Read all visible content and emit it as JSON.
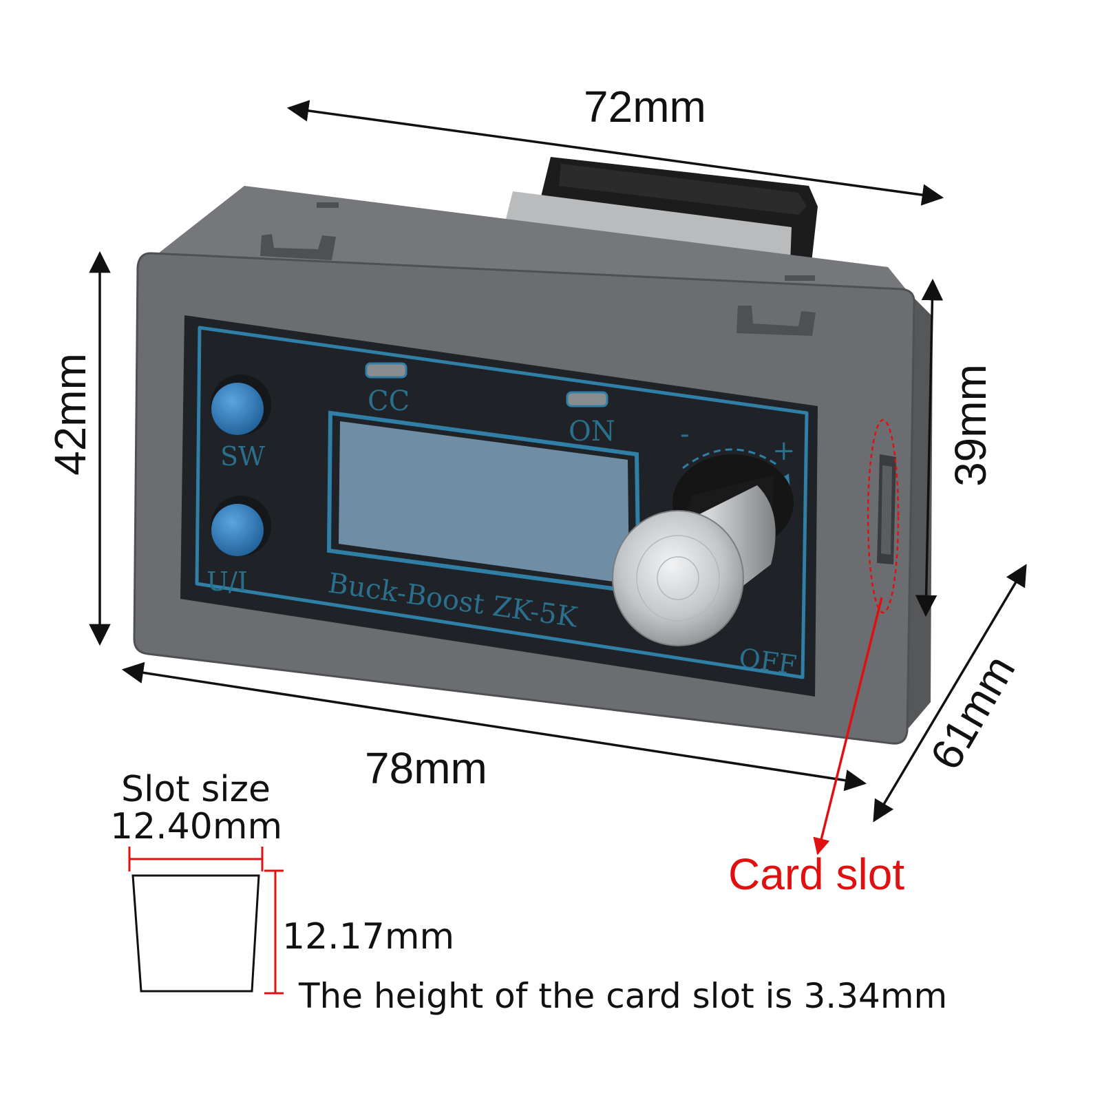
{
  "dimensions": {
    "top_width": "72mm",
    "bottom_width": "78mm",
    "left_height": "42mm",
    "right_height": "39mm",
    "depth": "61mm"
  },
  "slot": {
    "title": "Slot size",
    "width": "12.40mm",
    "height": "12.17mm",
    "note": "The height of the card slot is 3.34mm"
  },
  "callout": {
    "label": "Card slot"
  },
  "panel": {
    "button_sw": "SW",
    "button_ui": "U/I",
    "led_cc": "CC",
    "led_on": "ON",
    "minus": "-",
    "plus": "+",
    "model": "Buck-Boost ZK-5K",
    "off": "OFF"
  },
  "colors": {
    "housing": "#6b6d70",
    "housing_dark": "#4e5053",
    "panel": "#1f2226",
    "panel_border": "#2f7fa6",
    "lcd": "#6f8ea6",
    "button": "#2f7fc1",
    "knob": "#c9cbcd",
    "arrow": "#111111",
    "callout_red": "#e01010"
  }
}
